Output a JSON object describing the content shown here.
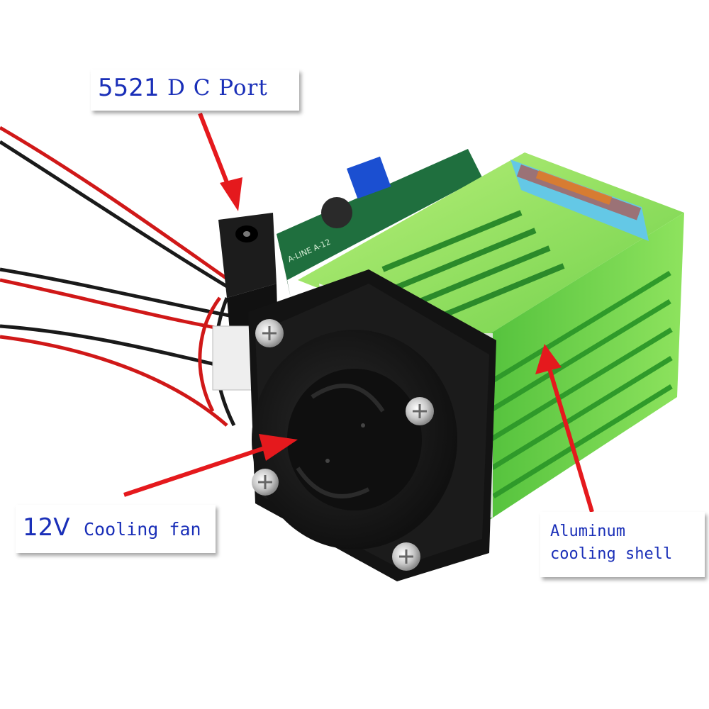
{
  "labels": {
    "dc_port": {
      "number": "5521",
      "text": "D C Port"
    },
    "cooling_fan": {
      "voltage": "12V",
      "text": "Cooling fan"
    },
    "shell": {
      "line1": "Aluminum",
      "line2": "cooling shell"
    }
  },
  "colors": {
    "label_text": "#1a2fb8",
    "arrow": "#e5191d",
    "heatsink": "#7ed957",
    "fan": "#161616",
    "pcb": "#1f6f3e"
  }
}
